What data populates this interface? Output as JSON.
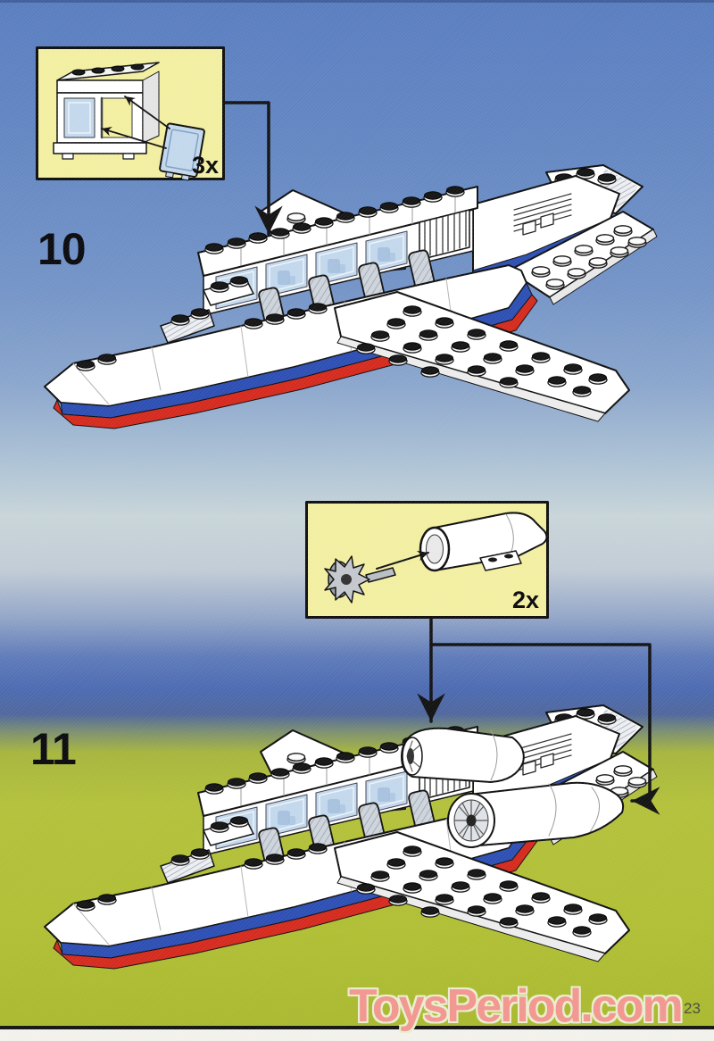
{
  "document": {
    "kind": "LEGO building instructions page (scanned)",
    "page_number": "23",
    "watermark": "ToysPeriod.com"
  },
  "steps": [
    {
      "label": "10",
      "callout": {
        "count": "3x",
        "part": "window panel with loose glass pane"
      }
    },
    {
      "label": "11",
      "callout": {
        "count": "2x",
        "part": "jet engine nacelle with turbine fan"
      }
    }
  ],
  "colors": {
    "sky_blue": "#5a7ec0",
    "sea_blue": "#4d6bb2",
    "grass_green": "#b3c13c",
    "callout_yellow": "#f2efa2",
    "brick_blue": "#2e50b4",
    "brick_red": "#d52b1f",
    "glass_blue": "#c3d8ec",
    "watermark_salmon": "#f2918c"
  }
}
